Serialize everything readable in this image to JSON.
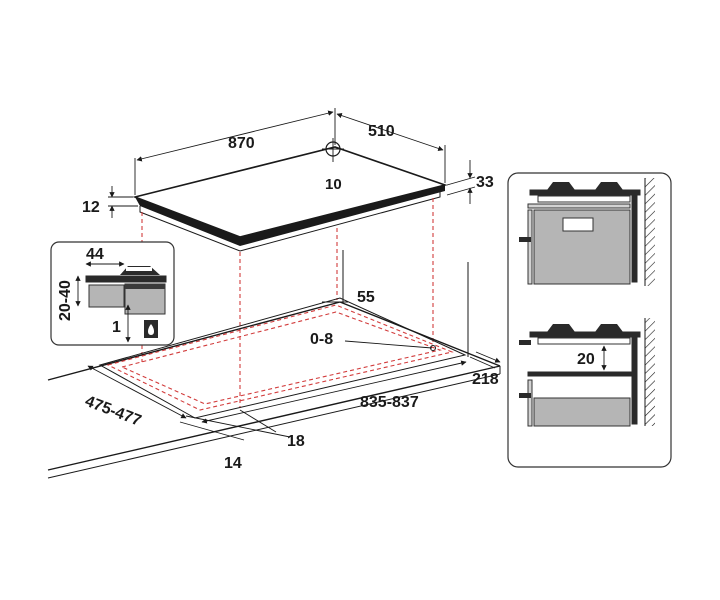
{
  "diagram": {
    "hob_dims": {
      "width": "870",
      "depth": "510",
      "gas_inlet": "10",
      "thickness_left": "12",
      "height_right": "33"
    },
    "cutout_dims": {
      "edge_clearance": "55",
      "corner_radius": "0-8",
      "cut_depth": "475-477",
      "cut_width": "835-837",
      "rear_distance": "218",
      "front_distance": "18",
      "worktop_offset": "14"
    },
    "inset_left": {
      "width": "44",
      "height_range": "20-40",
      "gap": "1"
    },
    "inset_right": {
      "gap": "20"
    }
  }
}
